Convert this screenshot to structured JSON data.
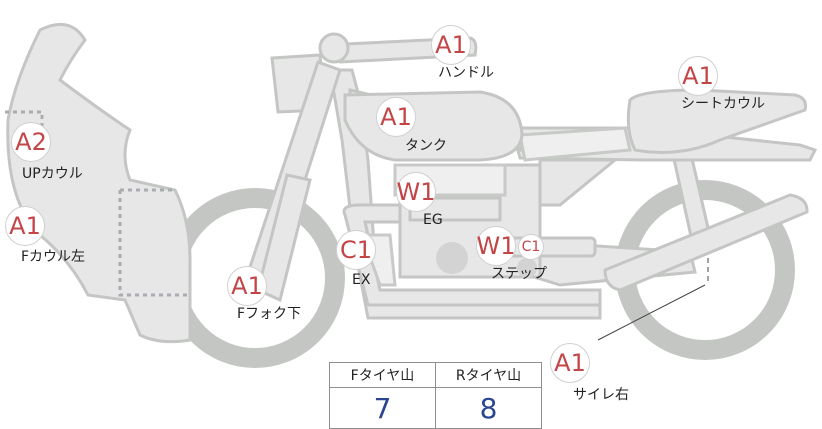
{
  "parts": [
    {
      "id": "handle",
      "code": "A1",
      "label": "ハンドル"
    },
    {
      "id": "seat-cowl",
      "code": "A1",
      "label": "シートカウル"
    },
    {
      "id": "tank",
      "code": "A1",
      "label": "タンク"
    },
    {
      "id": "up-cowl",
      "code": "A2",
      "label": "UPカウル"
    },
    {
      "id": "f-cowl-left",
      "code": "A1",
      "label": "Fカウル左"
    },
    {
      "id": "engine",
      "code": "W1",
      "label": "EG"
    },
    {
      "id": "step",
      "code": "W1",
      "extra_code": "C1",
      "label": "ステップ"
    },
    {
      "id": "exhaust",
      "code": "C1",
      "label": "EX"
    },
    {
      "id": "fork-lower",
      "code": "A1",
      "label": "Fフォク下"
    },
    {
      "id": "silencer-right",
      "code": "A1",
      "label": "サイレ右"
    }
  ],
  "tread_table": {
    "headers": [
      "Fタイヤ山",
      "Rタイヤ山"
    ],
    "values": [
      "7",
      "8"
    ]
  },
  "colors": {
    "part_fill": "#e6e7e6",
    "part_stroke": "#c4c6c4",
    "code_red": "#c44548",
    "value_blue": "#2b4590",
    "dotted_line": "#a9acb1"
  }
}
